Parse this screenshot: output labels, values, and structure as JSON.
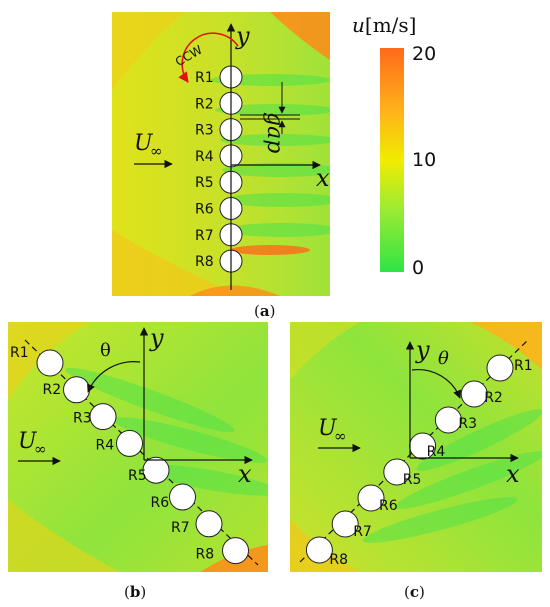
{
  "colorbar": {
    "variable": "u",
    "unit": "[m/s]",
    "ticks": [
      "20",
      "10",
      "0"
    ],
    "colors": [
      "#ff6a1a",
      "#ffd21a",
      "#e6f000",
      "#7fe93a",
      "#2fe445"
    ]
  },
  "panels": [
    {
      "caption_open": "(",
      "caption_letter": "a",
      "caption_close": ")",
      "rotation": "CCW",
      "gap": "gap",
      "x_axis": "x",
      "y_axis": "y",
      "freestream": "U",
      "freestream_sub": "∞",
      "cylinders": [
        "R1",
        "R2",
        "R3",
        "R4",
        "R5",
        "R6",
        "R7",
        "R8"
      ]
    },
    {
      "caption_open": "(",
      "caption_letter": "b",
      "caption_close": ")",
      "angle": "θ",
      "x_axis": "x",
      "y_axis": "y",
      "freestream": "U",
      "freestream_sub": "∞",
      "cylinders": [
        "R1",
        "R2",
        "R3",
        "R4",
        "R5",
        "R6",
        "R7",
        "R8"
      ]
    },
    {
      "caption_open": "(",
      "caption_letter": "c",
      "caption_close": ")",
      "angle": "θ",
      "x_axis": "x",
      "y_axis": "y",
      "freestream": "U",
      "freestream_sub": "∞",
      "cylinders": [
        "R1",
        "R2",
        "R3",
        "R4",
        "R5",
        "R6",
        "R7",
        "R8"
      ]
    }
  ]
}
